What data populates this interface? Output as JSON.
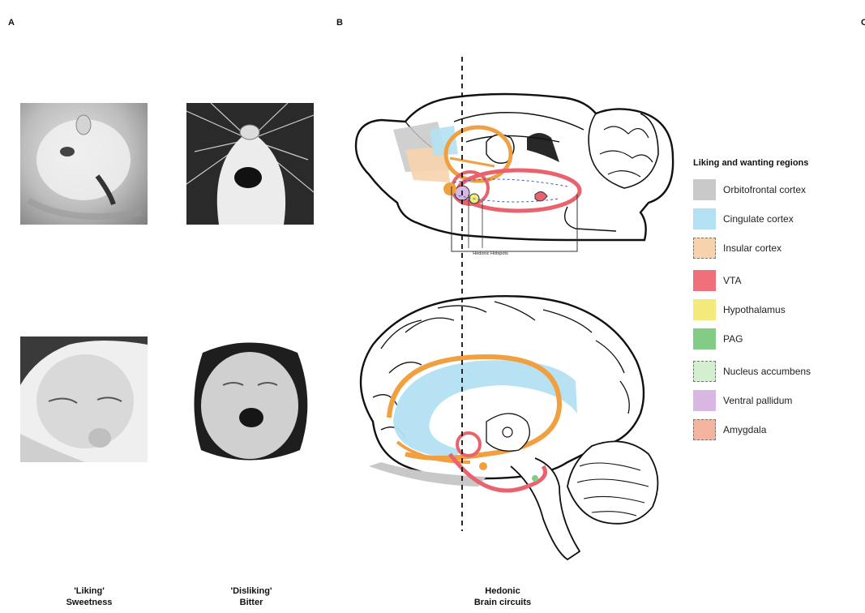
{
  "panels": {
    "a": "A",
    "b": "B",
    "c": "C"
  },
  "captions": {
    "liking": {
      "line1": "'Liking'",
      "line2": "Sweetness"
    },
    "disliking": {
      "line1": "'Disliking'",
      "line2": "Bitter"
    },
    "hedonic": {
      "line1": "Hedonic",
      "line2": "Brain circuits"
    }
  },
  "hotspot_label": "Hedonic Hotspots",
  "legend": {
    "title": "Liking and wanting regions",
    "items": [
      {
        "label": "Orbitofrontal cortex",
        "color": "#c9c9c9",
        "border": "solid"
      },
      {
        "label": "Cingulate cortex",
        "color": "#b3e0f2",
        "border": "solid"
      },
      {
        "label": "Insular cortex",
        "color": "#f7d3ad",
        "border": "dashed"
      },
      {
        "label": "VTA",
        "color": "#ef6f7a",
        "border": "solid"
      },
      {
        "label": "Hypothalamus",
        "color": "#f4ea7c",
        "border": "solid"
      },
      {
        "label": "PAG",
        "color": "#82cc86",
        "border": "solid"
      },
      {
        "label": "Nucleus accumbens",
        "color": "#d4efcf",
        "border": "dashed"
      },
      {
        "label": "Ventral pallidum",
        "color": "#d8b7e3",
        "border": "solid"
      },
      {
        "label": "Amygdala",
        "color": "#f3b5a0",
        "border": "dashed"
      }
    ]
  },
  "colors": {
    "orange": "#f0a040",
    "red": "#e8636e",
    "blue": "#9fd8ef",
    "gray": "#c8c8c8"
  }
}
